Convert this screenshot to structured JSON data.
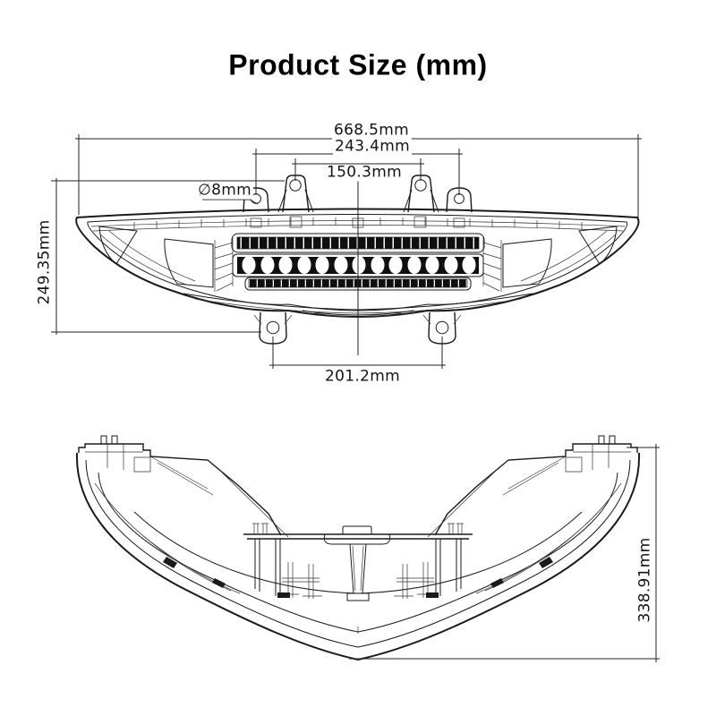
{
  "title": "Product Size (mm)",
  "dimensions": {
    "overall_width": "668.5mm",
    "outer_mount_spacing": "243.4mm",
    "inner_mount_spacing": "150.3mm",
    "mount_hole_diameter": "∅8mm",
    "overall_height": "249.35mm",
    "bottom_mount_spacing": "201.2mm",
    "overall_depth": "338.91mm"
  }
}
